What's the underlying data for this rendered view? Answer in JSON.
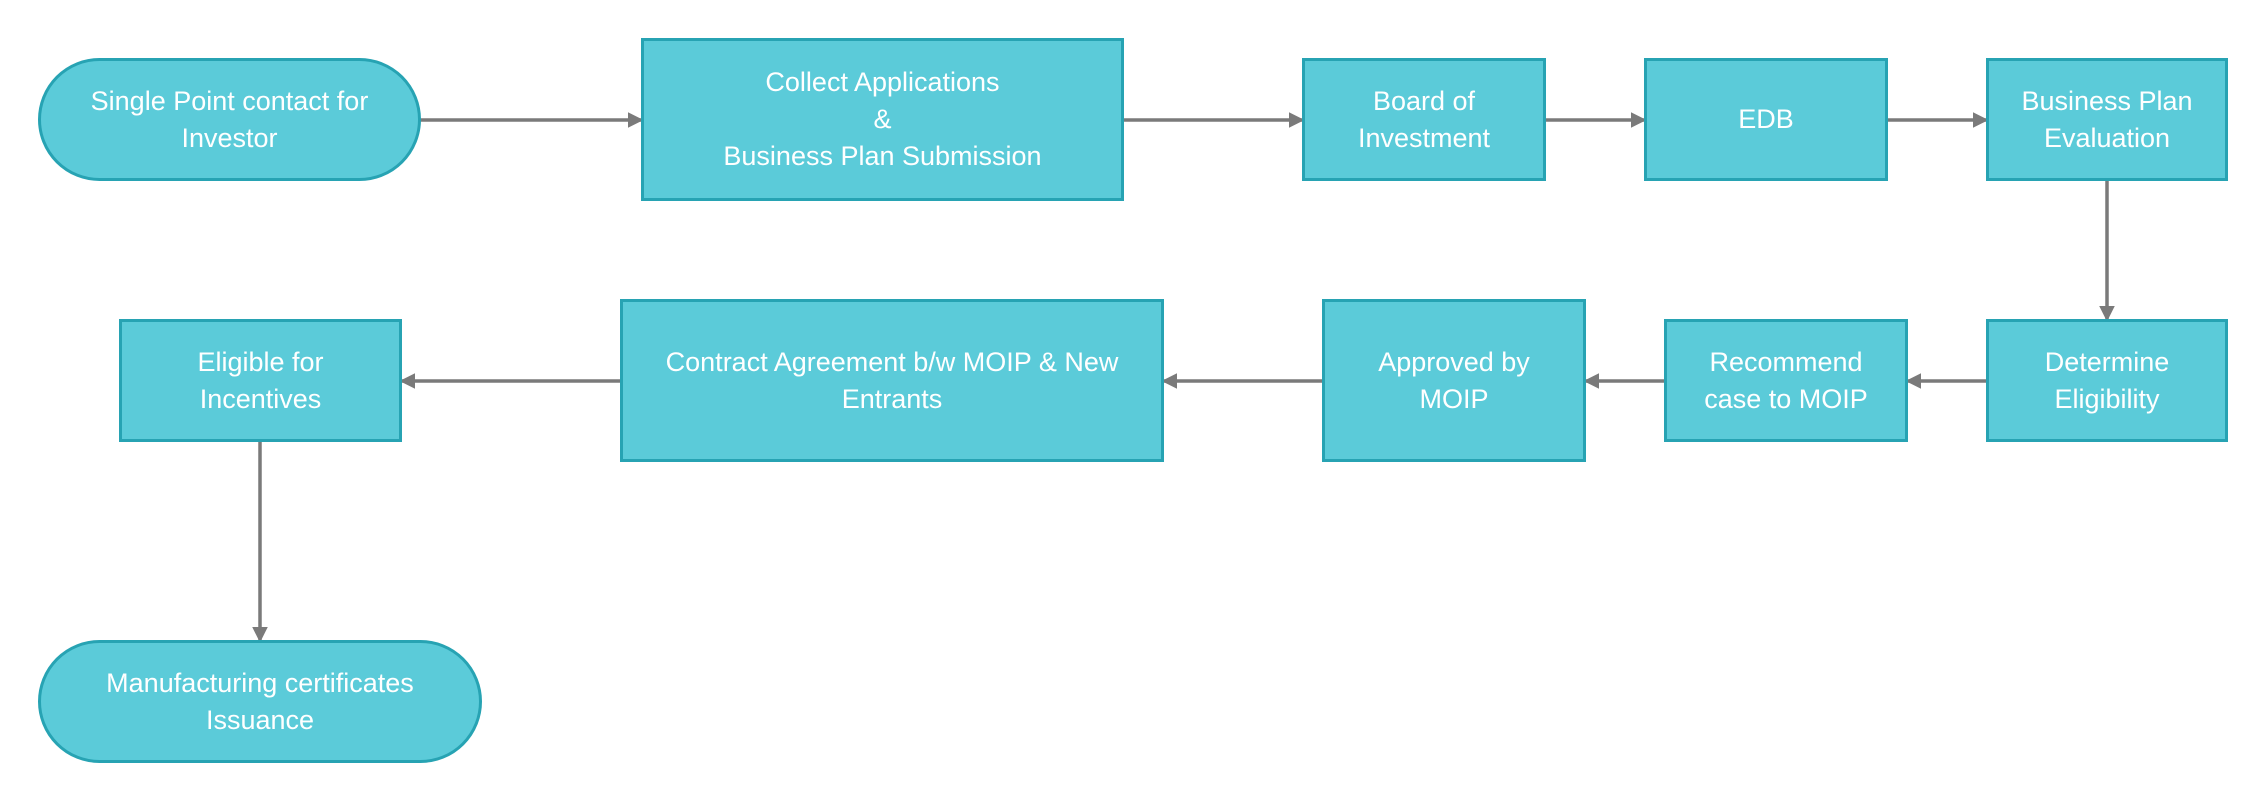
{
  "colors": {
    "node_fill": "#5bcbd9",
    "node_border": "#27a3b3",
    "text": "#ffffff",
    "connector": "#7a7a7a"
  },
  "nodes": {
    "single_point": "Single Point contact for\nInvestor",
    "collect_applications": "Collect Applications\n&\nBusiness Plan Submission",
    "board_of_investment": "Board of\nInvestment",
    "edb": "EDB",
    "business_plan_evaluation": "Business Plan\nEvaluation",
    "determine_eligibility": "Determine\nEligibility",
    "recommend_case": "Recommend\ncase to MOIP",
    "approved_by_moip": "Approved by\nMOIP",
    "contract_agreement": "Contract Agreement b/w MOIP & New\nEntrants",
    "eligible_incentives": "Eligible for\nIncentives",
    "manufacturing_certificates": "Manufacturing certificates\nIssuance"
  }
}
